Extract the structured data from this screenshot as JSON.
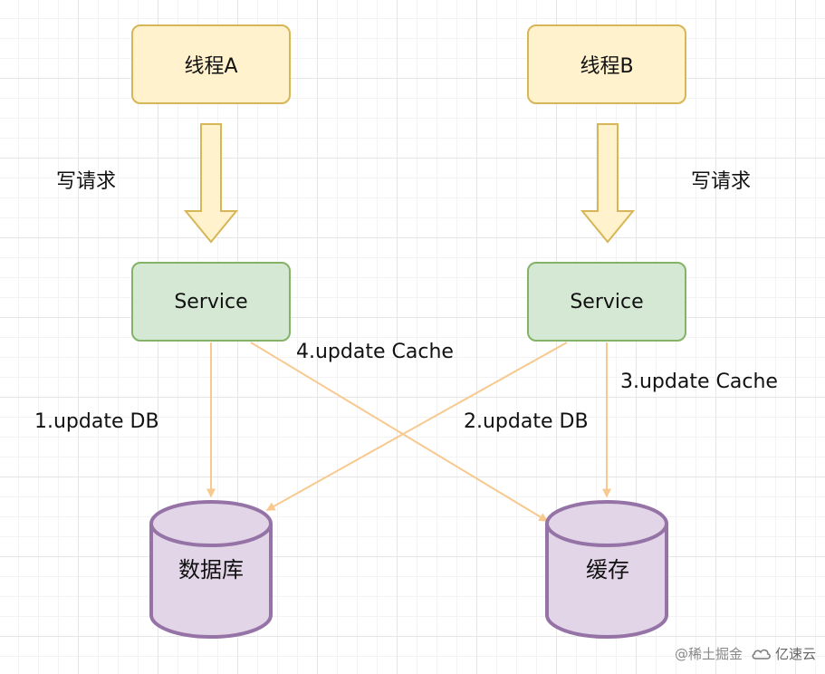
{
  "diagram": {
    "thread_a": "线程A",
    "thread_b": "线程B",
    "write_request_a": "写请求",
    "write_request_b": "写请求",
    "service_a": "Service",
    "service_b": "Service",
    "step_1": "1.update DB",
    "step_2": "2.update DB",
    "step_3": "3.update Cache",
    "step_4": "4.update Cache",
    "database": "数据库",
    "cache": "缓存"
  },
  "watermark": {
    "left": "@稀土掘金",
    "right": "亿速云"
  },
  "colors": {
    "thread_fill": "#fff2cc",
    "thread_stroke": "#d6b656",
    "service_fill": "#d5e8d4",
    "service_stroke": "#82b366",
    "storage_fill": "#e1d5e7",
    "storage_stroke": "#9673a6",
    "arrow": "#f8c98f"
  }
}
